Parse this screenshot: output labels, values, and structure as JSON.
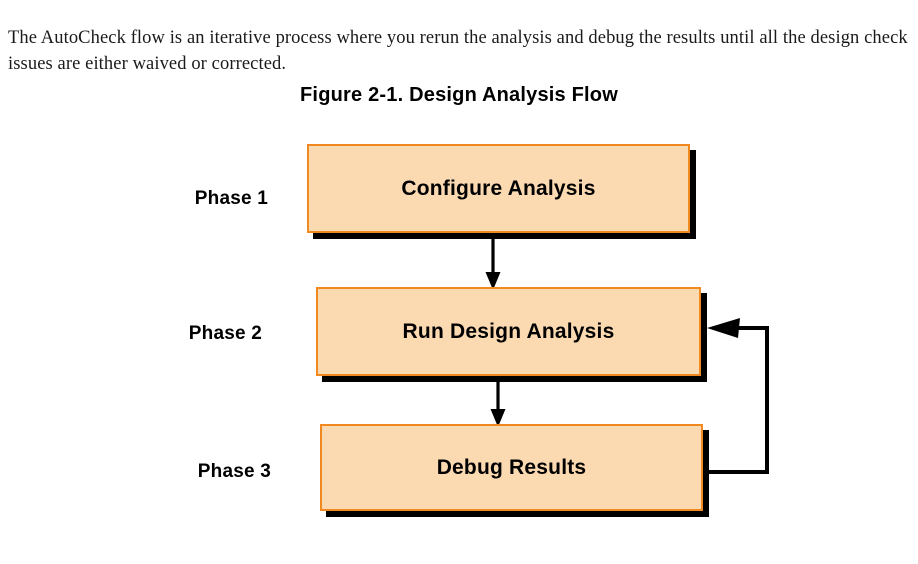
{
  "document": {
    "intro_paragraph": "The AutoCheck flow is an iterative process where you rerun the analysis and debug the results until all the design check issues are either waived or corrected.",
    "figure_caption": "Figure 2-1. Design Analysis Flow"
  },
  "diagram": {
    "type": "flowchart",
    "title": "Design Analysis Flow",
    "orientation": "vertical",
    "colors": {
      "box_fill": "#fbd9b1",
      "box_border": "#f08a20",
      "box_shadow": "#000000",
      "connector": "#000000",
      "text": "#000000",
      "page_background": "#ffffff"
    },
    "phases": [
      {
        "label": "Phase 1",
        "box_label": "Configure Analysis"
      },
      {
        "label": "Phase 2",
        "box_label": "Run Design Analysis"
      },
      {
        "label": "Phase 3",
        "box_label": "Debug Results"
      }
    ],
    "connectors": [
      {
        "name": "phase1-to-phase2",
        "from": "Configure Analysis",
        "to": "Run Design Analysis",
        "direction": "down",
        "style": "solid-arrow"
      },
      {
        "name": "phase2-to-phase3",
        "from": "Run Design Analysis",
        "to": "Debug Results",
        "direction": "down",
        "style": "solid-arrow"
      },
      {
        "name": "phase3-feedback-to-phase2",
        "from": "Debug Results",
        "to": "Run Design Analysis",
        "direction": "right-up-left",
        "style": "solid-arrow"
      }
    ]
  }
}
